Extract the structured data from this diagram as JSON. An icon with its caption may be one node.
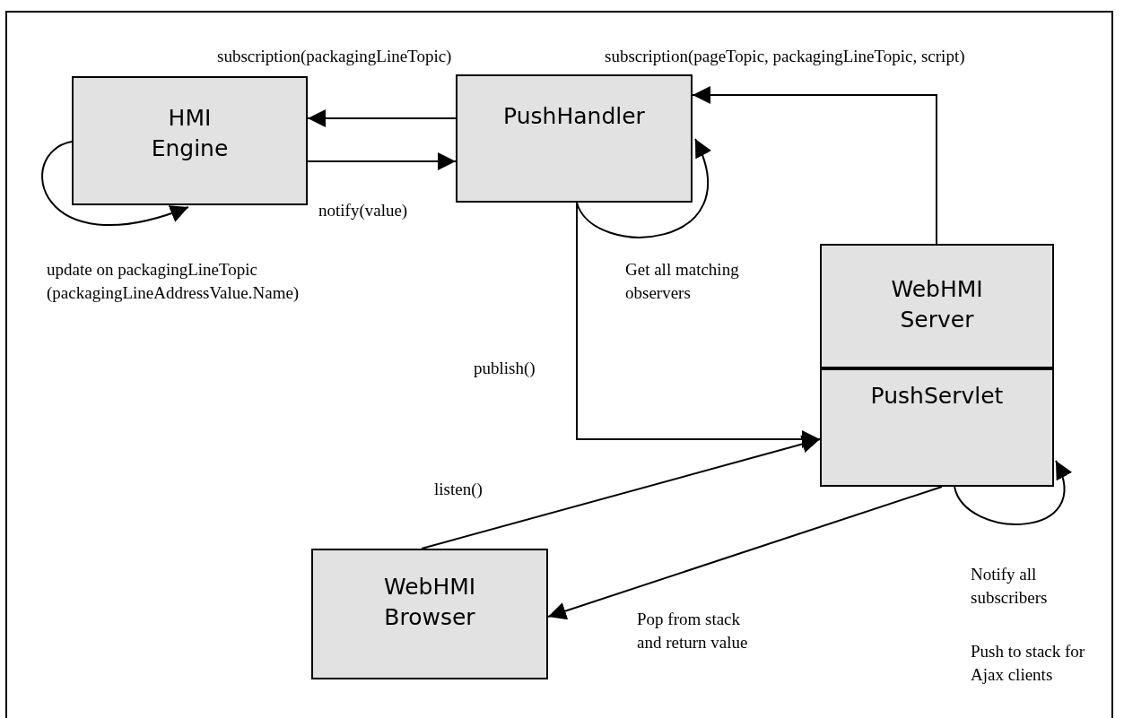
{
  "diagram": {
    "nodes": [
      {
        "text": [
          "HMI Engine"
        ]
      },
      {
        "text": [
          "PushHandler"
        ]
      },
      {
        "text": [
          "WebHMI Server"
        ]
      },
      {
        "text": [
          "PushServlet"
        ]
      },
      {
        "text": [
          "WebHMI Browser"
        ]
      }
    ],
    "edges": [
      {
        "from": 1,
        "to": 0,
        "arrow": "to",
        "label": "subscription(packagingLineTopic)"
      },
      {
        "from": 0,
        "to": 1,
        "arrow": "to",
        "label": "notify(value)"
      },
      {
        "from": 0,
        "to": 0,
        "arrow": "to",
        "label": "update on packagingLineTopic (packagingLineAddressValue.Name)"
      },
      {
        "from": 1,
        "to": 1,
        "arrow": "to",
        "label": "Get all matching observers"
      },
      {
        "from": 2,
        "to": 1,
        "arrow": "to",
        "label": "subscription(pageTopic, packagingLineTopic, script)"
      },
      {
        "from": 1,
        "to": 3,
        "arrow": "to",
        "label": "publish()"
      },
      {
        "from": 4,
        "to": 3,
        "arrow": "to",
        "label": "listen()"
      },
      {
        "from": 3,
        "to": 4,
        "arrow": "to",
        "label": "Pop from stack and return value"
      },
      {
        "from": 3,
        "to": 3,
        "arrow": "to",
        "label": "Notify all subscribers"
      }
    ],
    "labels": [
      "Push to stack for Ajax clients"
    ]
  }
}
